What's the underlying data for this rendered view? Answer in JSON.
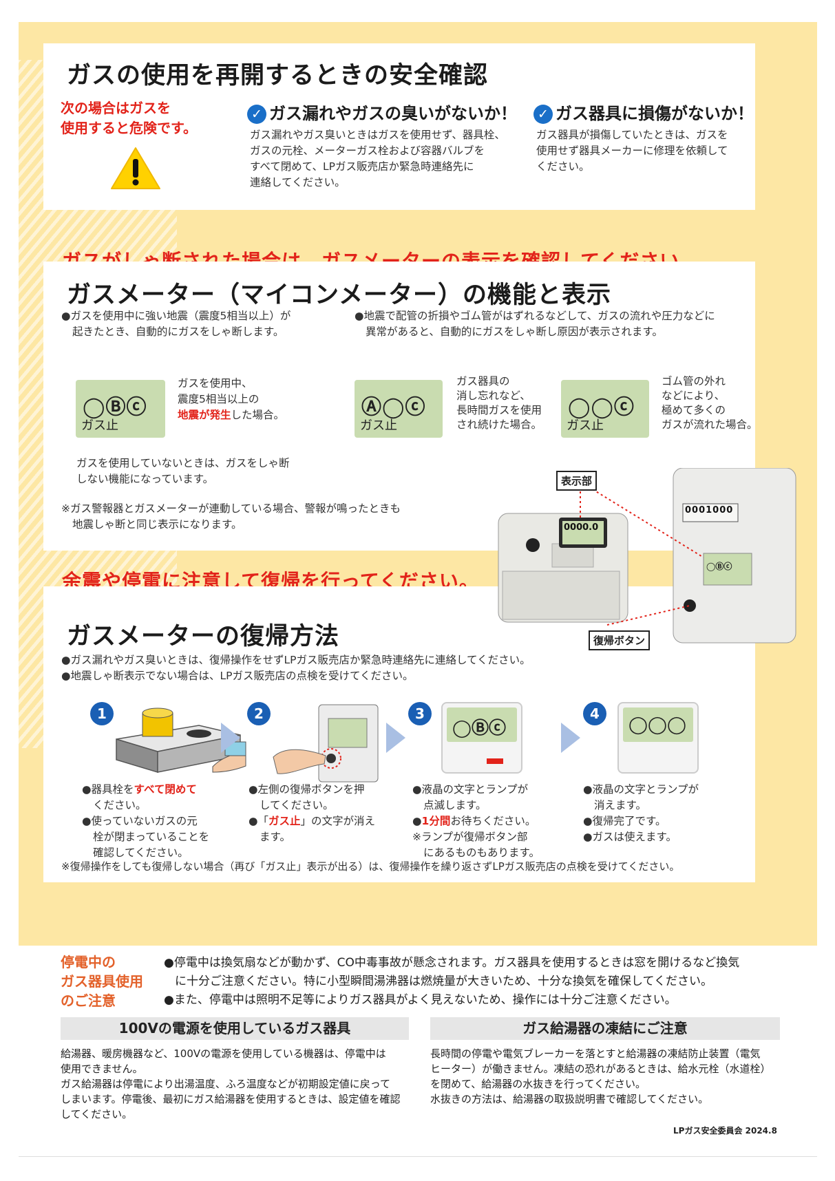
{
  "section1": {
    "title": "ガスの使用を再開するときの安全確認",
    "danger_line1": "次の場合はガスを",
    "danger_line2": "使用すると危険です。",
    "check1": {
      "title": "ガス漏れやガスの臭いがないか！",
      "lines": [
        "ガス漏れやガス臭いときはガスを使用せず、器具栓、",
        "ガスの元栓、メーターガス栓および容器バルブを",
        "すべて閉めて、LPガス販売店か緊急時連絡先に",
        "連絡してください。"
      ]
    },
    "check2": {
      "title": "ガス器具に損傷がないか！",
      "lines": [
        "ガス器具が損傷していたときは、ガスを",
        "使用せず器具メーカーに修理を依頼して",
        "ください。"
      ]
    }
  },
  "banner1": "ガスがしゃ断された場合は、ガスメーターの表示を確認してください。",
  "section2": {
    "title": "ガスメーター（マイコンメーター）の機能と表示",
    "bullet1_lines": [
      "●ガスを使用中に強い地震（震度5相当以上）が",
      "起きたとき、自動的にガスをしゃ断します。"
    ],
    "bullet2_lines": [
      "●地震で配管の折損やゴム管がはずれるなどして、ガスの流れや圧力などに",
      "異常があると、自動的にガスをしゃ断し原因が表示されます。"
    ],
    "display1": {
      "symbols": "◯Ⓑⓒ",
      "label": "ガス止",
      "line1": "ガスを使用中、",
      "line2": "震度5相当以上の",
      "line3_red": "地震が発生",
      "line3_rest": "した場合。"
    },
    "display2": {
      "symbols": "Ⓐ◯ⓒ",
      "label": "ガス止",
      "lines": [
        "ガス器具の",
        "消し忘れなど、",
        "長時間ガスを使用",
        "され続けた場合。"
      ]
    },
    "display3": {
      "symbols": "◯◯ⓒ",
      "label": "ガス止",
      "lines": [
        "ゴム管の外れ",
        "などにより、",
        "極めて多くの",
        "ガスが流れた場合。"
      ]
    },
    "note_lines": [
      "ガスを使用していないときは、ガスをしゃ断",
      "しない機能になっています。"
    ],
    "alarm_lines": [
      "※ガス警報器とガスメーターが連動している場合、警報が鳴ったときも",
      "地震しゃ断と同じ表示になります。"
    ],
    "display_tag": "表示部",
    "reset_tag": "復帰ボタン",
    "meter_digits": "0000.0",
    "counter_digits": "0001000"
  },
  "banner2": "余震や停電に注意して復帰を行ってください。",
  "section3": {
    "title": "ガスメーターの復帰方法",
    "bullets": [
      "●ガス漏れやガス臭いときは、復帰操作をせずLPガス販売店か緊急時連絡先に連絡してください。",
      "●地震しゃ断表示でない場合は、LPガス販売店の点検を受けてください。"
    ],
    "steps": [
      {
        "num": "1",
        "l1a": "●器具栓を",
        "l1b": "すべて閉めて",
        "l2": "ください。",
        "l3": "●使っていないガスの元",
        "l4": "栓が閉まっていることを",
        "l5": "確認してください。"
      },
      {
        "num": "2",
        "l1": "●左側の復帰ボタンを押",
        "l2": "してください。",
        "l3a": "●「",
        "l3b": "ガス止",
        "l3c": "」の文字が消え",
        "l4": "ます。"
      },
      {
        "num": "3",
        "l1": "●液晶の文字とランプが",
        "l2": "点滅します。",
        "l3a": "●",
        "l3b": "1分間",
        "l3c": "お待ちください。",
        "l4": "※ランプが復帰ボタン部",
        "l5": "にあるものもあります。"
      },
      {
        "num": "4",
        "l1": "●液晶の文字とランプが",
        "l2": "消えます。",
        "l3": "●復帰完了です。",
        "l4": "●ガスは使えます。"
      }
    ],
    "lcd3_symbols": "◯Ⓑⓒ",
    "lcd4_symbols": "◯◯◯",
    "footnote": "※復帰操作をしても復帰しない場合（再び「ガス止」表示が出る）は、復帰操作を繰り返さずLPガス販売店の点検を受けてください。"
  },
  "outage": {
    "heading": [
      "停電中の",
      "ガス器具使用",
      "のご注意"
    ],
    "lines": [
      "●停電中は換気扇などが動かず、CO中毒事故が懸念されます。ガス器具を使用するときは窓を開けるなど換気",
      "に十分ご注意ください。特に小型瞬間湯沸器は燃焼量が大きいため、十分な換気を確保してください。",
      "●また、停電中は照明不足等によりガス器具がよく見えないため、操作には十分ご注意ください。"
    ]
  },
  "box_100v": {
    "title": "100Vの電源を使用しているガス器具",
    "lines": [
      "給湯器、暖房機器など、100Vの電源を使用している機器は、停電中は",
      "使用できません。",
      "ガス給湯器は停電により出湯温度、ふろ温度などが初期設定値に戻って",
      "しまいます。停電後、最初にガス給湯器を使用するときは、設定値を確認",
      "してください。"
    ]
  },
  "box_freeze": {
    "title": "ガス給湯器の凍結にご注意",
    "lines": [
      "長時間の停電や電気ブレーカーを落とすと給湯器の凍結防止装置（電気",
      "ヒーター）が働きません。凍結の恐れがあるときは、給水元栓（水道栓）",
      "を閉めて、給湯器の水抜きを行ってください。",
      "水抜きの方法は、給湯器の取扱説明書で確認してください。"
    ]
  },
  "footer": "LPガス安全委員会 2024.8",
  "colors": {
    "background": "#fde7a4",
    "accent_red": "#e2231a",
    "accent_blue": "#1a6fc8",
    "lcd_green": "#c9dcb0"
  }
}
